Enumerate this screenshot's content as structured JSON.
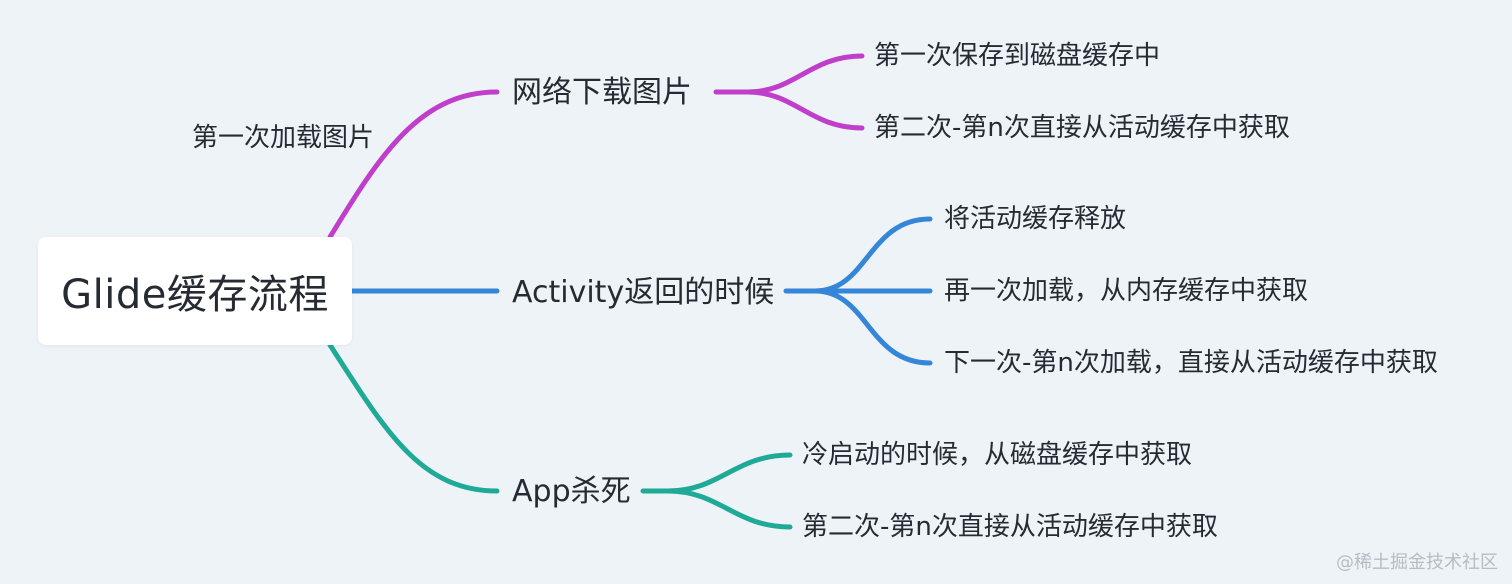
{
  "root": {
    "label": "Glide缓存流程"
  },
  "branches": [
    {
      "label": "网络下载图片",
      "edge_label": "第一次加载图片",
      "color": "#c03fca",
      "children": [
        "第一次保存到磁盘缓存中",
        "第二次-第n次直接从活动缓存中获取"
      ]
    },
    {
      "label": "Activity返回的时候",
      "color": "#3585d8",
      "children": [
        "将活动缓存释放",
        "再一次加载，从内存缓存中获取",
        "下一次-第n次加载，直接从活动缓存中获取"
      ]
    },
    {
      "label": "App杀死",
      "color": "#1faa97",
      "children": [
        "冷启动的时候，从磁盘缓存中获取",
        "第二次-第n次直接从活动缓存中获取"
      ]
    }
  ],
  "watermark": "@稀土掘金技术社区"
}
